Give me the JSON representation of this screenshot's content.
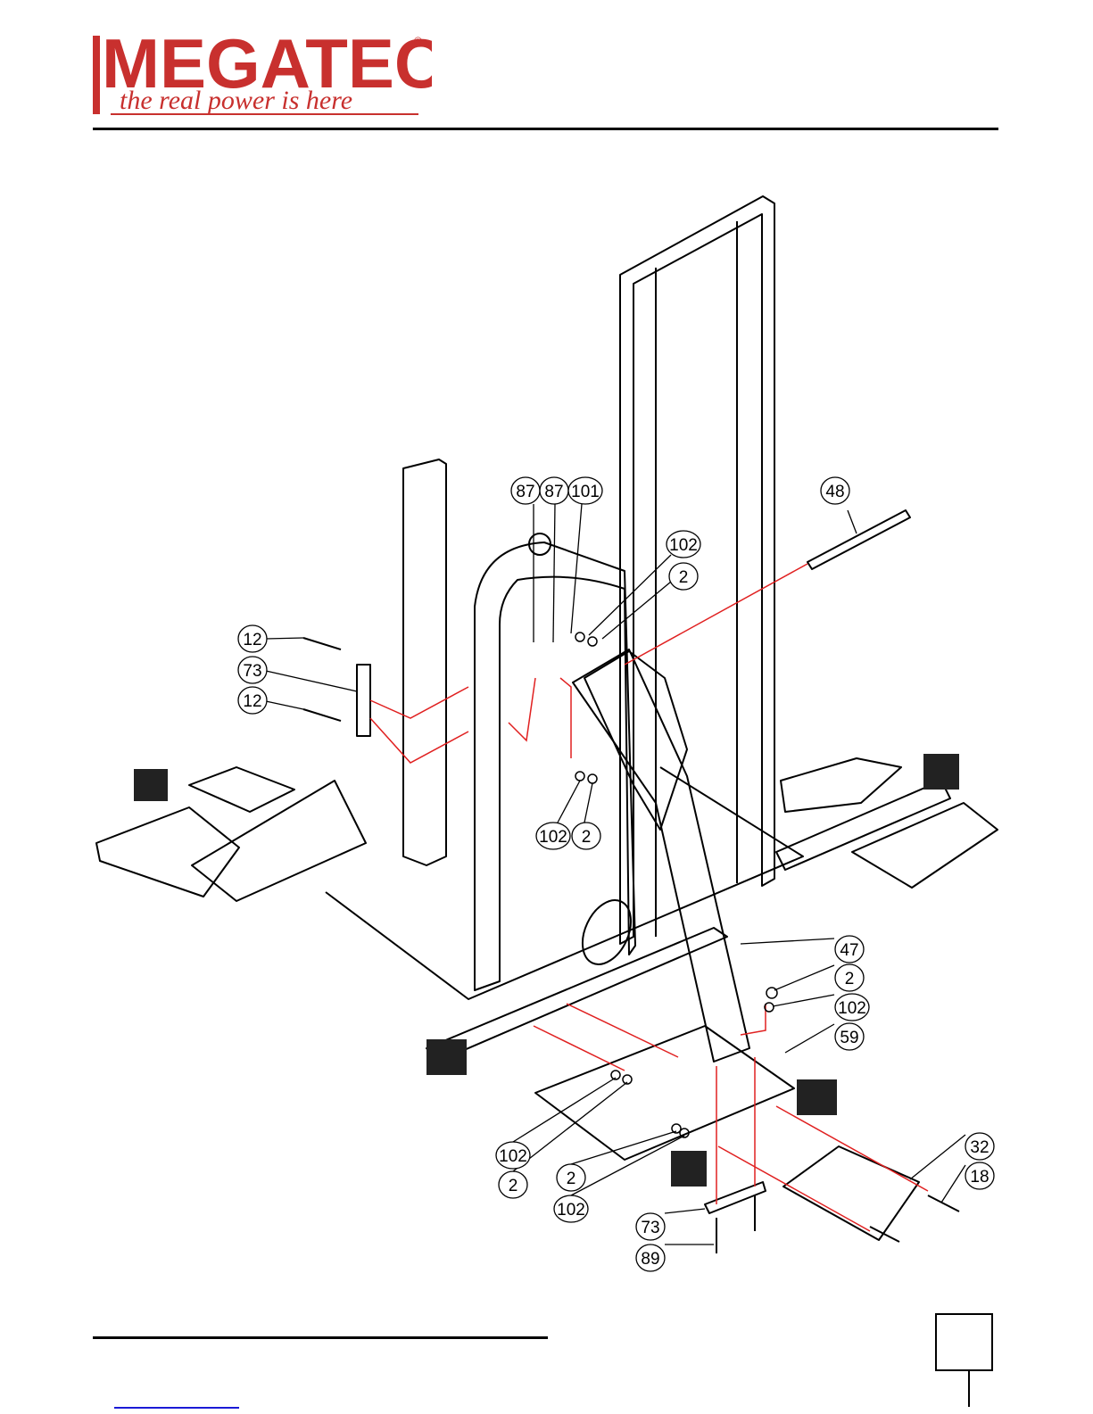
{
  "logo": {
    "brand": "MEGATEC",
    "registered": "®",
    "tagline": "the real power is here",
    "color": "#c8302e"
  },
  "diagram": {
    "callouts": [
      {
        "id": "c87a",
        "label": "87"
      },
      {
        "id": "c87b",
        "label": "87"
      },
      {
        "id": "c101",
        "label": "101"
      },
      {
        "id": "c48",
        "label": "48"
      },
      {
        "id": "c102a",
        "label": "102"
      },
      {
        "id": "c2a",
        "label": "2"
      },
      {
        "id": "c12a",
        "label": "12"
      },
      {
        "id": "c73a",
        "label": "73"
      },
      {
        "id": "c12b",
        "label": "12"
      },
      {
        "id": "c102b",
        "label": "102"
      },
      {
        "id": "c2b",
        "label": "2"
      },
      {
        "id": "c47",
        "label": "47"
      },
      {
        "id": "c2c",
        "label": "2"
      },
      {
        "id": "c102c",
        "label": "102"
      },
      {
        "id": "c59",
        "label": "59"
      },
      {
        "id": "c32",
        "label": "32"
      },
      {
        "id": "c18",
        "label": "18"
      },
      {
        "id": "c102d",
        "label": "102"
      },
      {
        "id": "c2d",
        "label": "2"
      },
      {
        "id": "c2e",
        "label": "2"
      },
      {
        "id": "c102e",
        "label": "102"
      },
      {
        "id": "c73b",
        "label": "73"
      },
      {
        "id": "c89",
        "label": "89"
      }
    ],
    "assembly_line_color": "#e02020"
  }
}
